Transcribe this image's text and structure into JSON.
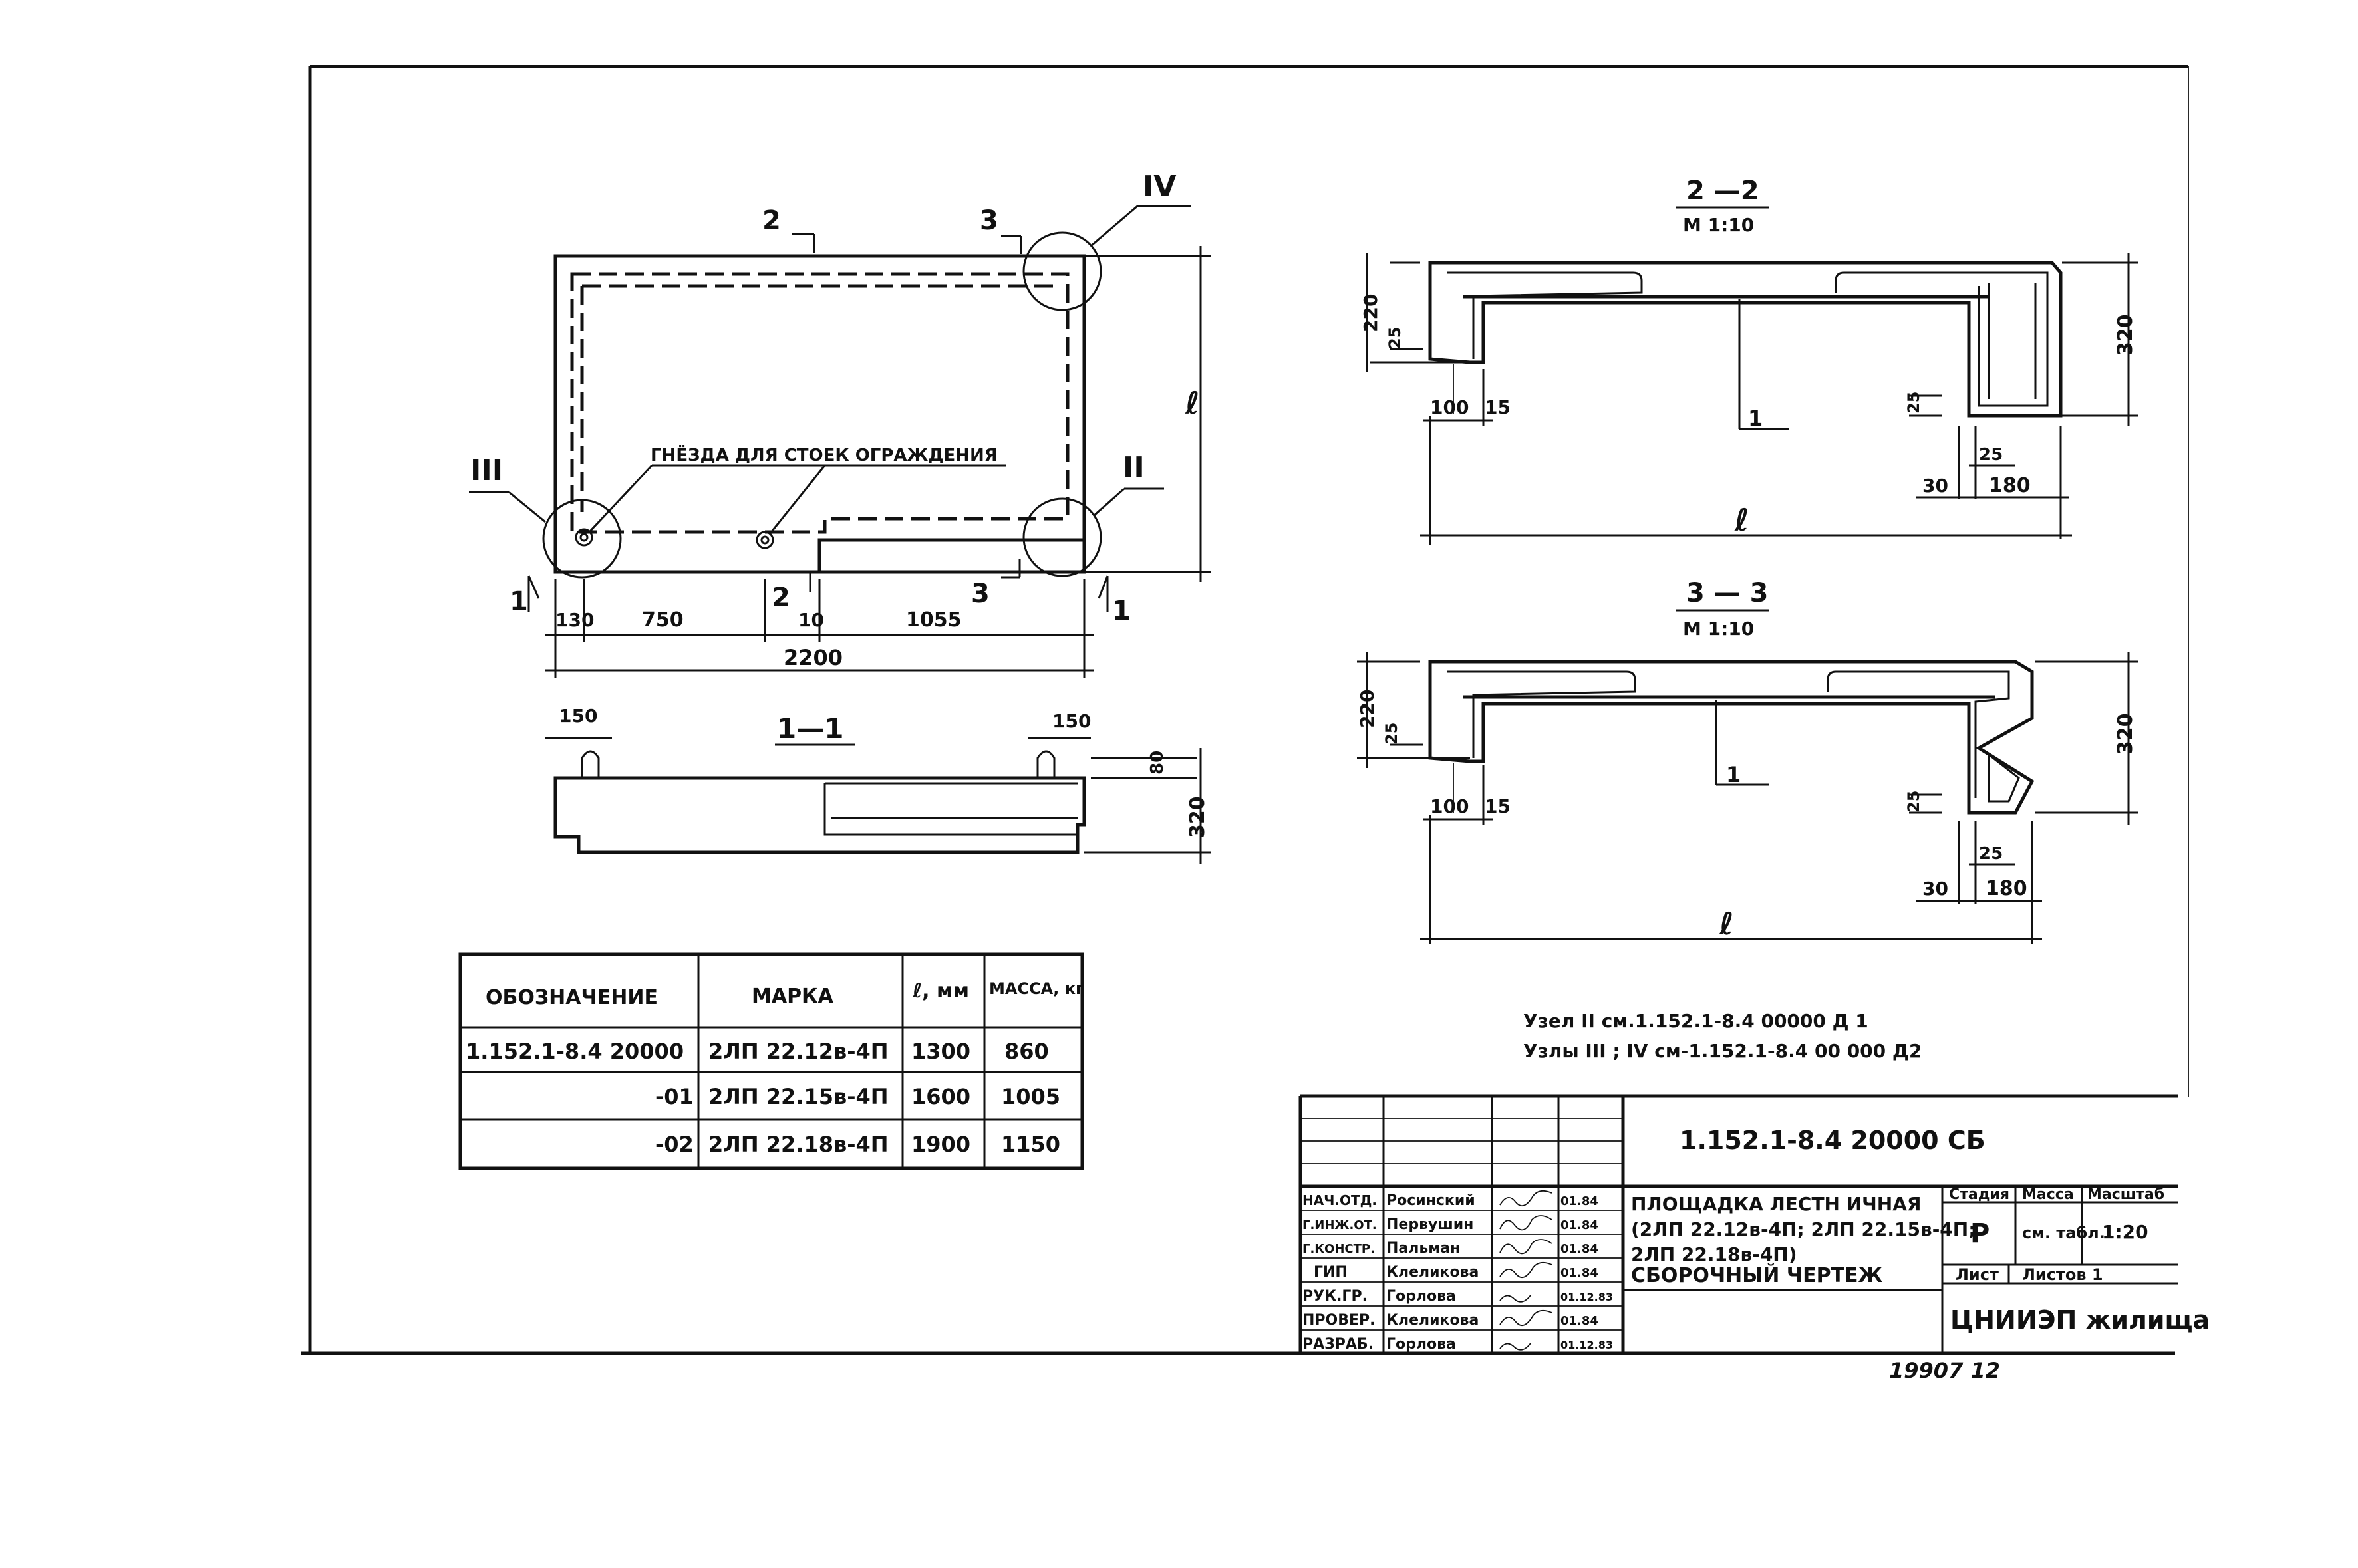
{
  "plan": {
    "label_hole": "ГНЁЗДА ДЛЯ СТОЕК ОГРАЖДЕНИЯ",
    "node_ii": "II",
    "node_iii": "III",
    "node_iv": "IV",
    "cut2_top": "2",
    "cut3_top": "3",
    "cut2_bot": "2",
    "cut3_bot": "3",
    "cut1_left": "1",
    "cut1_right": "1",
    "length_symbol": "ℓ",
    "dim_130": "130",
    "dim_750": "750",
    "dim_10": "10",
    "dim_1055": "1055",
    "dim_2200": "2200"
  },
  "section_1_1": {
    "title": "1—1",
    "dim_150_left": "150",
    "dim_150_right": "150",
    "dim_80": "80",
    "dim_320": "320"
  },
  "section_2_2": {
    "title": "2 —2",
    "scale": "М 1:10",
    "dim_220": "220",
    "dim_25_left": "25",
    "dim_100": "100",
    "dim_15": "15",
    "dim_320": "320",
    "dim_25_right": "25",
    "dim_25_bottom": "25",
    "dim_30": "30",
    "dim_180": "180",
    "length_symbol": "ℓ",
    "callout": "1"
  },
  "section_3_3": {
    "title": "3 — 3",
    "scale": "М 1:10",
    "dim_220": "220",
    "dim_25_left": "25",
    "dim_100": "100",
    "dim_15": "15",
    "dim_320": "320",
    "dim_25_right": "25",
    "dim_25_bottom": "25",
    "dim_30": "30",
    "dim_180": "180",
    "length_symbol": "ℓ",
    "callout": "1"
  },
  "notes": {
    "line1": "Узел II см.1.152.1-8.4 00000 Д 1",
    "line2": "Узлы III ; IV см-1.152.1-8.4 00 000 Д2"
  },
  "spec_table": {
    "headers": [
      "ОБОЗНАЧЕНИЕ",
      "МАРКА",
      "ℓ, мм",
      "МАССА, кг"
    ],
    "rows": [
      [
        "1.152.1-8.4 20000",
        "2ЛП 22.12в-4П",
        "1300",
        "860"
      ],
      [
        "-01",
        "2ЛП 22.15в-4П",
        "1600",
        "1005"
      ],
      [
        "-02",
        "2ЛП 22.18в-4П",
        "1900",
        "1150"
      ]
    ]
  },
  "title_block": {
    "doc_code": "1.152.1-8.4     20000 СБ",
    "name_line1": "ПЛОЩАДКА ЛЕСТН ИЧНАЯ",
    "name_line2": "(2ЛП 22.12в-4П; 2ЛП 22.15в-4П;",
    "name_line3": "2ЛП 22.18в-4П)",
    "name_line4": "СБОРОЧНЫЙ ЧЕРТЕЖ",
    "stage_label": "Стадия",
    "mass_label": "Масса",
    "scale_label": "Масштаб",
    "stage_value": "Р",
    "mass_value": "см. табл.",
    "scale_value": "1:20",
    "sheet_label": "Лист",
    "sheets_label": "Листов 1",
    "org": "ЦНИИЭП жилища",
    "signers": [
      {
        "role": "НАЧ.ОТД.",
        "name": "Росинский",
        "date": "01.84"
      },
      {
        "role": "Г.ИНЖ.ОТ.",
        "name": "Первушин",
        "date": "01.84"
      },
      {
        "role": "Г.КОНСТР.",
        "name": "Пальман",
        "date": "01.84"
      },
      {
        "role": "ГИП",
        "name": "Клеликова",
        "date": "01.84"
      },
      {
        "role": "РУК.ГР.",
        "name": "Горлова",
        "date": "01.12.83"
      },
      {
        "role": "ПРОВЕР.",
        "name": "Клеликова",
        "date": "01.84"
      },
      {
        "role": "РАЗРАБ.",
        "name": "Горлова",
        "date": "01.12.83"
      }
    ]
  },
  "sheet_number": "19907  12"
}
